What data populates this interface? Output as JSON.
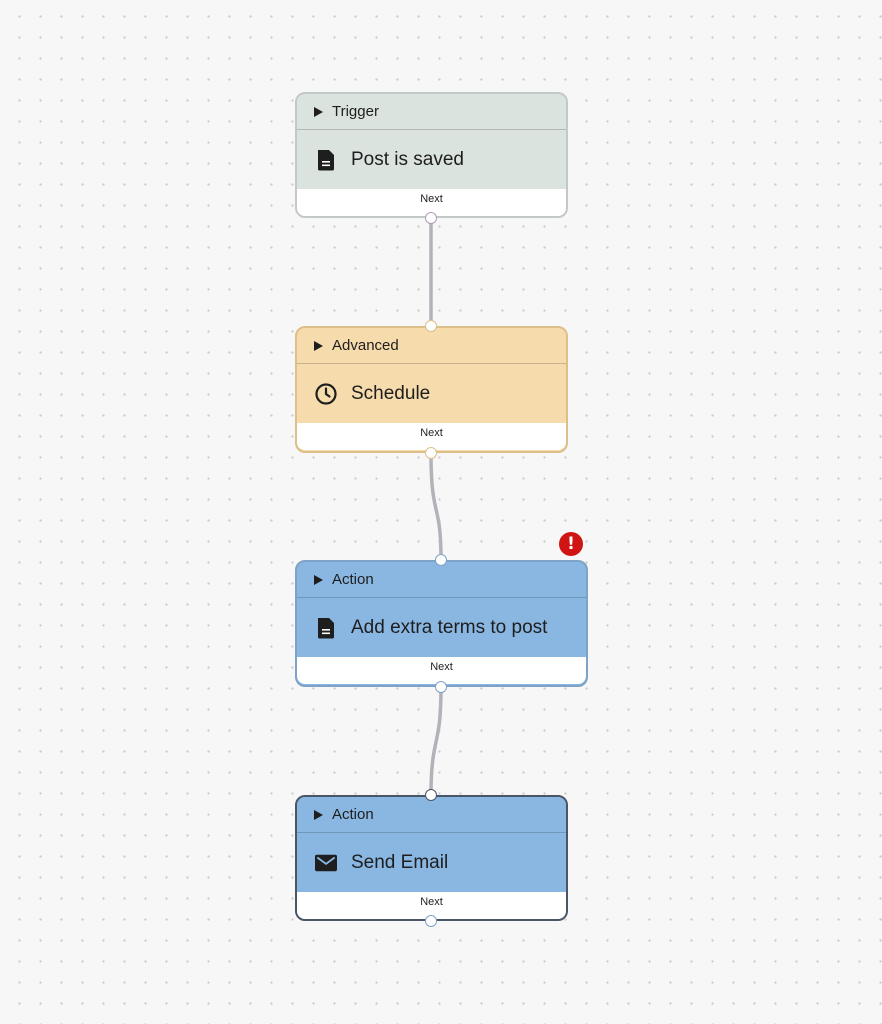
{
  "nodes": [
    {
      "category": "Trigger",
      "title": "Post is saved",
      "footer": "Next",
      "icon": "document-icon",
      "header_color": "#dbe3df",
      "border_color": "#c3c9c6"
    },
    {
      "category": "Advanced",
      "title": "Schedule",
      "footer": "Next",
      "icon": "clock-icon",
      "header_color": "#f6dbac",
      "border_color": "#dcc08a"
    },
    {
      "category": "Action",
      "title": "Add extra terms to post",
      "footer": "Next",
      "icon": "document-icon",
      "header_color": "#89b7e2",
      "border_color": "#7ea3c6",
      "has_error": true,
      "error_symbol": "!"
    },
    {
      "category": "Action",
      "title": "Send Email",
      "footer": "Next",
      "icon": "envelope-icon",
      "header_color": "#89b7e2",
      "border_color": "#4a5666"
    }
  ],
  "colors": {
    "edge": "#b2b2b8",
    "handle_trigger_out": "#b29ab7",
    "handle_advanced": "#dcc08a",
    "handle_action": "#7ea3c6",
    "handle_send_email": "#4a5666",
    "error": "#d01414"
  }
}
